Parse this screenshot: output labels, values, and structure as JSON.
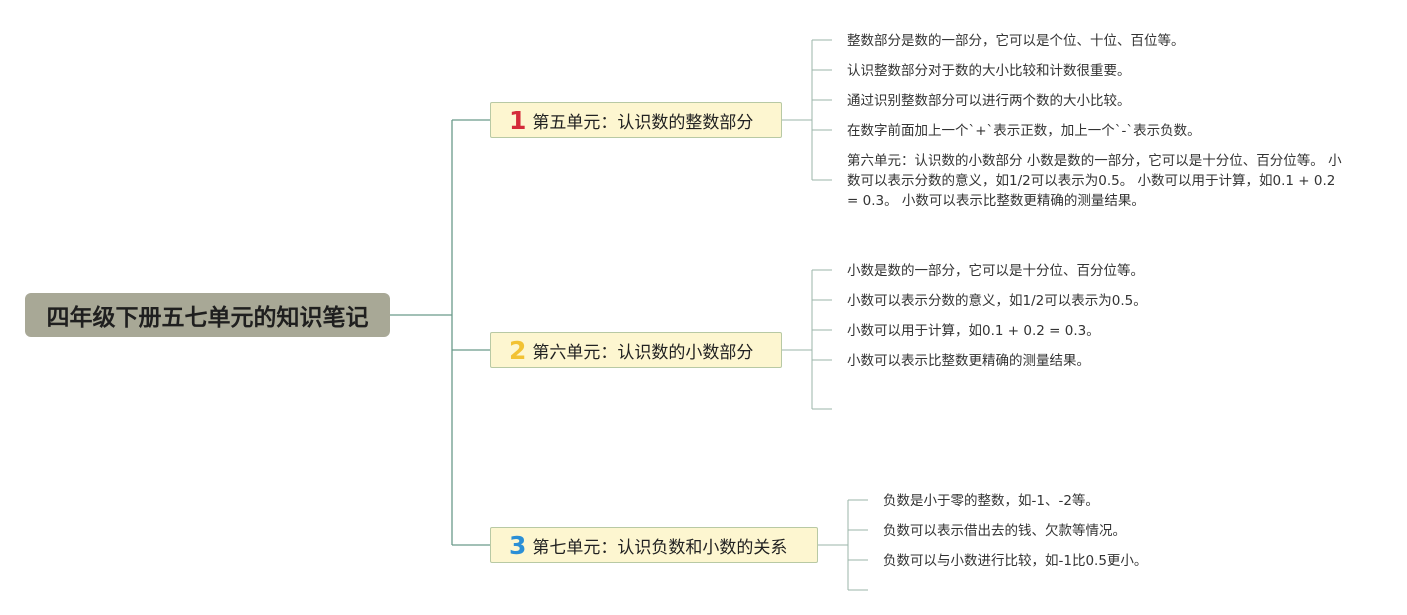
{
  "root": {
    "title": "四年级下册五七单元的知识笔记"
  },
  "branches": [
    {
      "number": "1",
      "number_color": "#d42b3a",
      "title": "第五单元：认识数的整数部分",
      "items": [
        "整数部分是数的一部分，它可以是个位、十位、百位等。",
        "认识整数部分对于数的大小比较和计数很重要。",
        "通过识别整数部分可以进行两个数的大小比较。",
        "在数字前面加上一个`+`表示正数，加上一个`-`表示负数。",
        "第六单元：认识数的小数部分 小数是数的一部分，它可以是十分位、百分位等。 小数可以表示分数的意义，如1/2可以表示为0.5。 小数可以用于计算，如0.1 + 0.2 = 0.3。 小数可以表示比整数更精确的测量结果。"
      ]
    },
    {
      "number": "2",
      "number_color": "#f2c233",
      "title": "第六单元：认识数的小数部分",
      "items": [
        "小数是数的一部分，它可以是十分位、百分位等。",
        "小数可以表示分数的意义，如1/2可以表示为0.5。",
        "小数可以用于计算，如0.1 + 0.2 = 0.3。",
        "小数可以表示比整数更精确的测量结果。",
        ""
      ]
    },
    {
      "number": "3",
      "number_color": "#2b8fd6",
      "title": "第七单元：认识负数和小数的关系",
      "items": [
        "负数是小于零的整数，如-1、-2等。",
        "负数可以表示借出去的钱、欠款等情况。",
        "负数可以与小数进行比较，如-1比0.5更小。",
        ""
      ]
    }
  ],
  "colors": {
    "line": "#6a9a8a",
    "root_bg": "#a8a896",
    "branch_bg": "#fdf6d0"
  }
}
